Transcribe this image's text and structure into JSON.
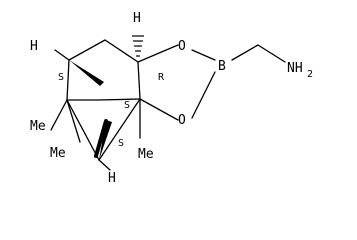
{
  "molecule": {
    "atoms": {
      "h_top": "H",
      "o_top": "O",
      "b": "B",
      "n_main": "NH",
      "n_sub": "2",
      "o_bot": "O",
      "h_left": "H",
      "h_bot": "H",
      "me1": "Me",
      "me2": "Me",
      "me3": "Me"
    },
    "stereo": {
      "s1": "S",
      "r1": "R",
      "s2": "S",
      "s3": "S"
    }
  }
}
